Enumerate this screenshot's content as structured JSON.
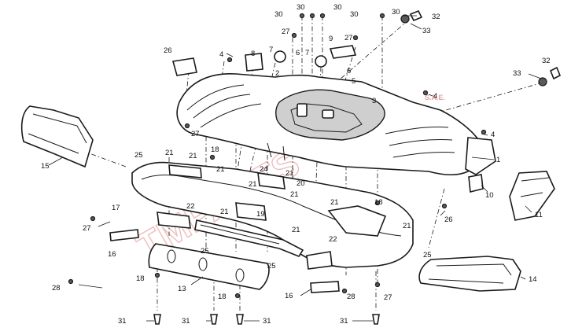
{
  "watermark": {
    "text": "TMPARTS",
    "suffix": "S.A.E."
  },
  "part_numbers": [
    {
      "id": "n30a",
      "label": "30"
    },
    {
      "id": "n30b",
      "label": "30"
    },
    {
      "id": "n30c",
      "label": "30"
    },
    {
      "id": "n30d",
      "label": "30"
    },
    {
      "id": "n30e",
      "label": "30"
    },
    {
      "id": "n32a",
      "label": "32"
    },
    {
      "id": "n33a",
      "label": "33"
    },
    {
      "id": "n27a",
      "label": "27"
    },
    {
      "id": "n27b",
      "label": "27"
    },
    {
      "id": "n26a",
      "label": "26"
    },
    {
      "id": "n4a",
      "label": "4"
    },
    {
      "id": "n8",
      "label": "8"
    },
    {
      "id": "n7a",
      "label": "7"
    },
    {
      "id": "n6a",
      "label": "6"
    },
    {
      "id": "n7b",
      "label": "7"
    },
    {
      "id": "n9",
      "label": "9"
    },
    {
      "id": "n6b",
      "label": "6"
    },
    {
      "id": "n2",
      "label": "2"
    },
    {
      "id": "n5",
      "label": "5"
    },
    {
      "id": "n3",
      "label": "3"
    },
    {
      "id": "n32b",
      "label": "32"
    },
    {
      "id": "n33b",
      "label": "33"
    },
    {
      "id": "n4b",
      "label": "4"
    },
    {
      "id": "n4c",
      "label": "4"
    },
    {
      "id": "n1",
      "label": "1"
    },
    {
      "id": "n27c",
      "label": "27"
    },
    {
      "id": "n15",
      "label": "15"
    },
    {
      "id": "n25a",
      "label": "25"
    },
    {
      "id": "n21a",
      "label": "21"
    },
    {
      "id": "n18a",
      "label": "18"
    },
    {
      "id": "n21b",
      "label": "21"
    },
    {
      "id": "n21c",
      "label": "21"
    },
    {
      "id": "n24",
      "label": "24"
    },
    {
      "id": "n21d",
      "label": "21"
    },
    {
      "id": "n20",
      "label": "20"
    },
    {
      "id": "n21e",
      "label": "21"
    },
    {
      "id": "n10",
      "label": "10"
    },
    {
      "id": "n11",
      "label": "11"
    },
    {
      "id": "n17",
      "label": "17"
    },
    {
      "id": "n22a",
      "label": "22"
    },
    {
      "id": "n21f",
      "label": "21"
    },
    {
      "id": "n19",
      "label": "19"
    },
    {
      "id": "n21g",
      "label": "21"
    },
    {
      "id": "n18b",
      "label": "18"
    },
    {
      "id": "n21h",
      "label": "21"
    },
    {
      "id": "n26b",
      "label": "26"
    },
    {
      "id": "n27d",
      "label": "27"
    },
    {
      "id": "n16a",
      "label": "16"
    },
    {
      "id": "n21i",
      "label": "21"
    },
    {
      "id": "n22b",
      "label": "22"
    },
    {
      "id": "n21j",
      "label": "21"
    },
    {
      "id": "n25b",
      "label": "25"
    },
    {
      "id": "n25c",
      "label": "25"
    },
    {
      "id": "n25d",
      "label": "25"
    },
    {
      "id": "n28a",
      "label": "28"
    },
    {
      "id": "n18c",
      "label": "18"
    },
    {
      "id": "n13",
      "label": "13"
    },
    {
      "id": "n14",
      "label": "14"
    },
    {
      "id": "n18d",
      "label": "18"
    },
    {
      "id": "n16b",
      "label": "16"
    },
    {
      "id": "n28b",
      "label": "28"
    },
    {
      "id": "n27e",
      "label": "27"
    },
    {
      "id": "n31a",
      "label": "31"
    },
    {
      "id": "n31b",
      "label": "31"
    },
    {
      "id": "n31c",
      "label": "31"
    },
    {
      "id": "n31d",
      "label": "31"
    }
  ]
}
